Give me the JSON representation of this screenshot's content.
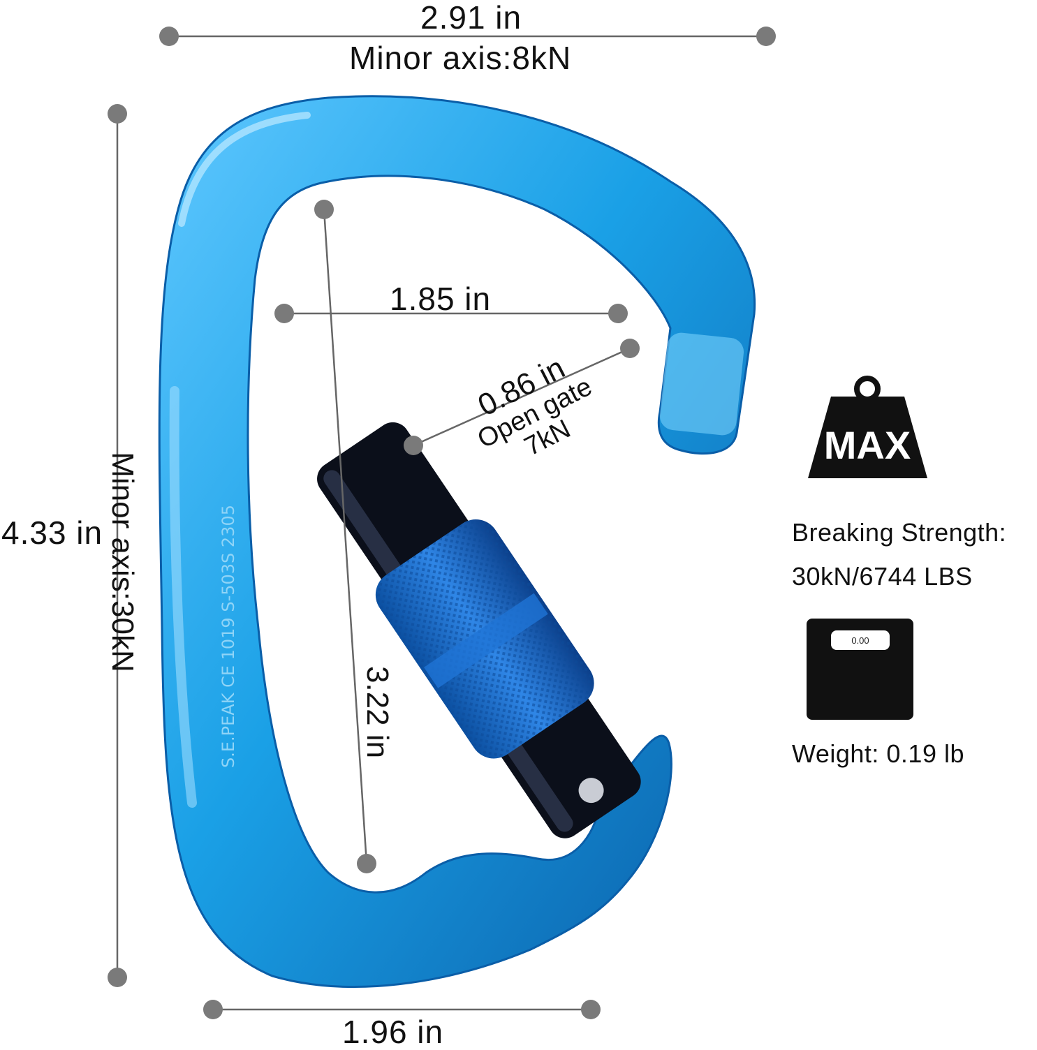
{
  "dimensions": {
    "top_width": "2.91 in",
    "top_strength": "Minor axis:8kN",
    "height": "4.33 in",
    "vertical_strength": "Minor axis:30kN",
    "inner_width": "1.85 in",
    "gate_opening": "0.86 in",
    "gate_label": "Open gate",
    "gate_strength": "7kN",
    "inner_length": "3.22 in",
    "bottom_width": "1.96 in"
  },
  "carabiner": {
    "engraving": "S.E.PEAK  CE 1019  S-503S 2305"
  },
  "specs": {
    "max_icon_text": "MAX",
    "breaking_label": "Breaking Strength:",
    "breaking_value": "30kN/6744 LBS",
    "scale_display": "0.00",
    "weight": "Weight: 0.19 lb"
  },
  "colors": {
    "carabiner_blue": "#1aa0e6",
    "carabiner_dark": "#0a5ea8",
    "gate_black": "#0b0f1a",
    "marker_gray": "#7a7a7a"
  }
}
